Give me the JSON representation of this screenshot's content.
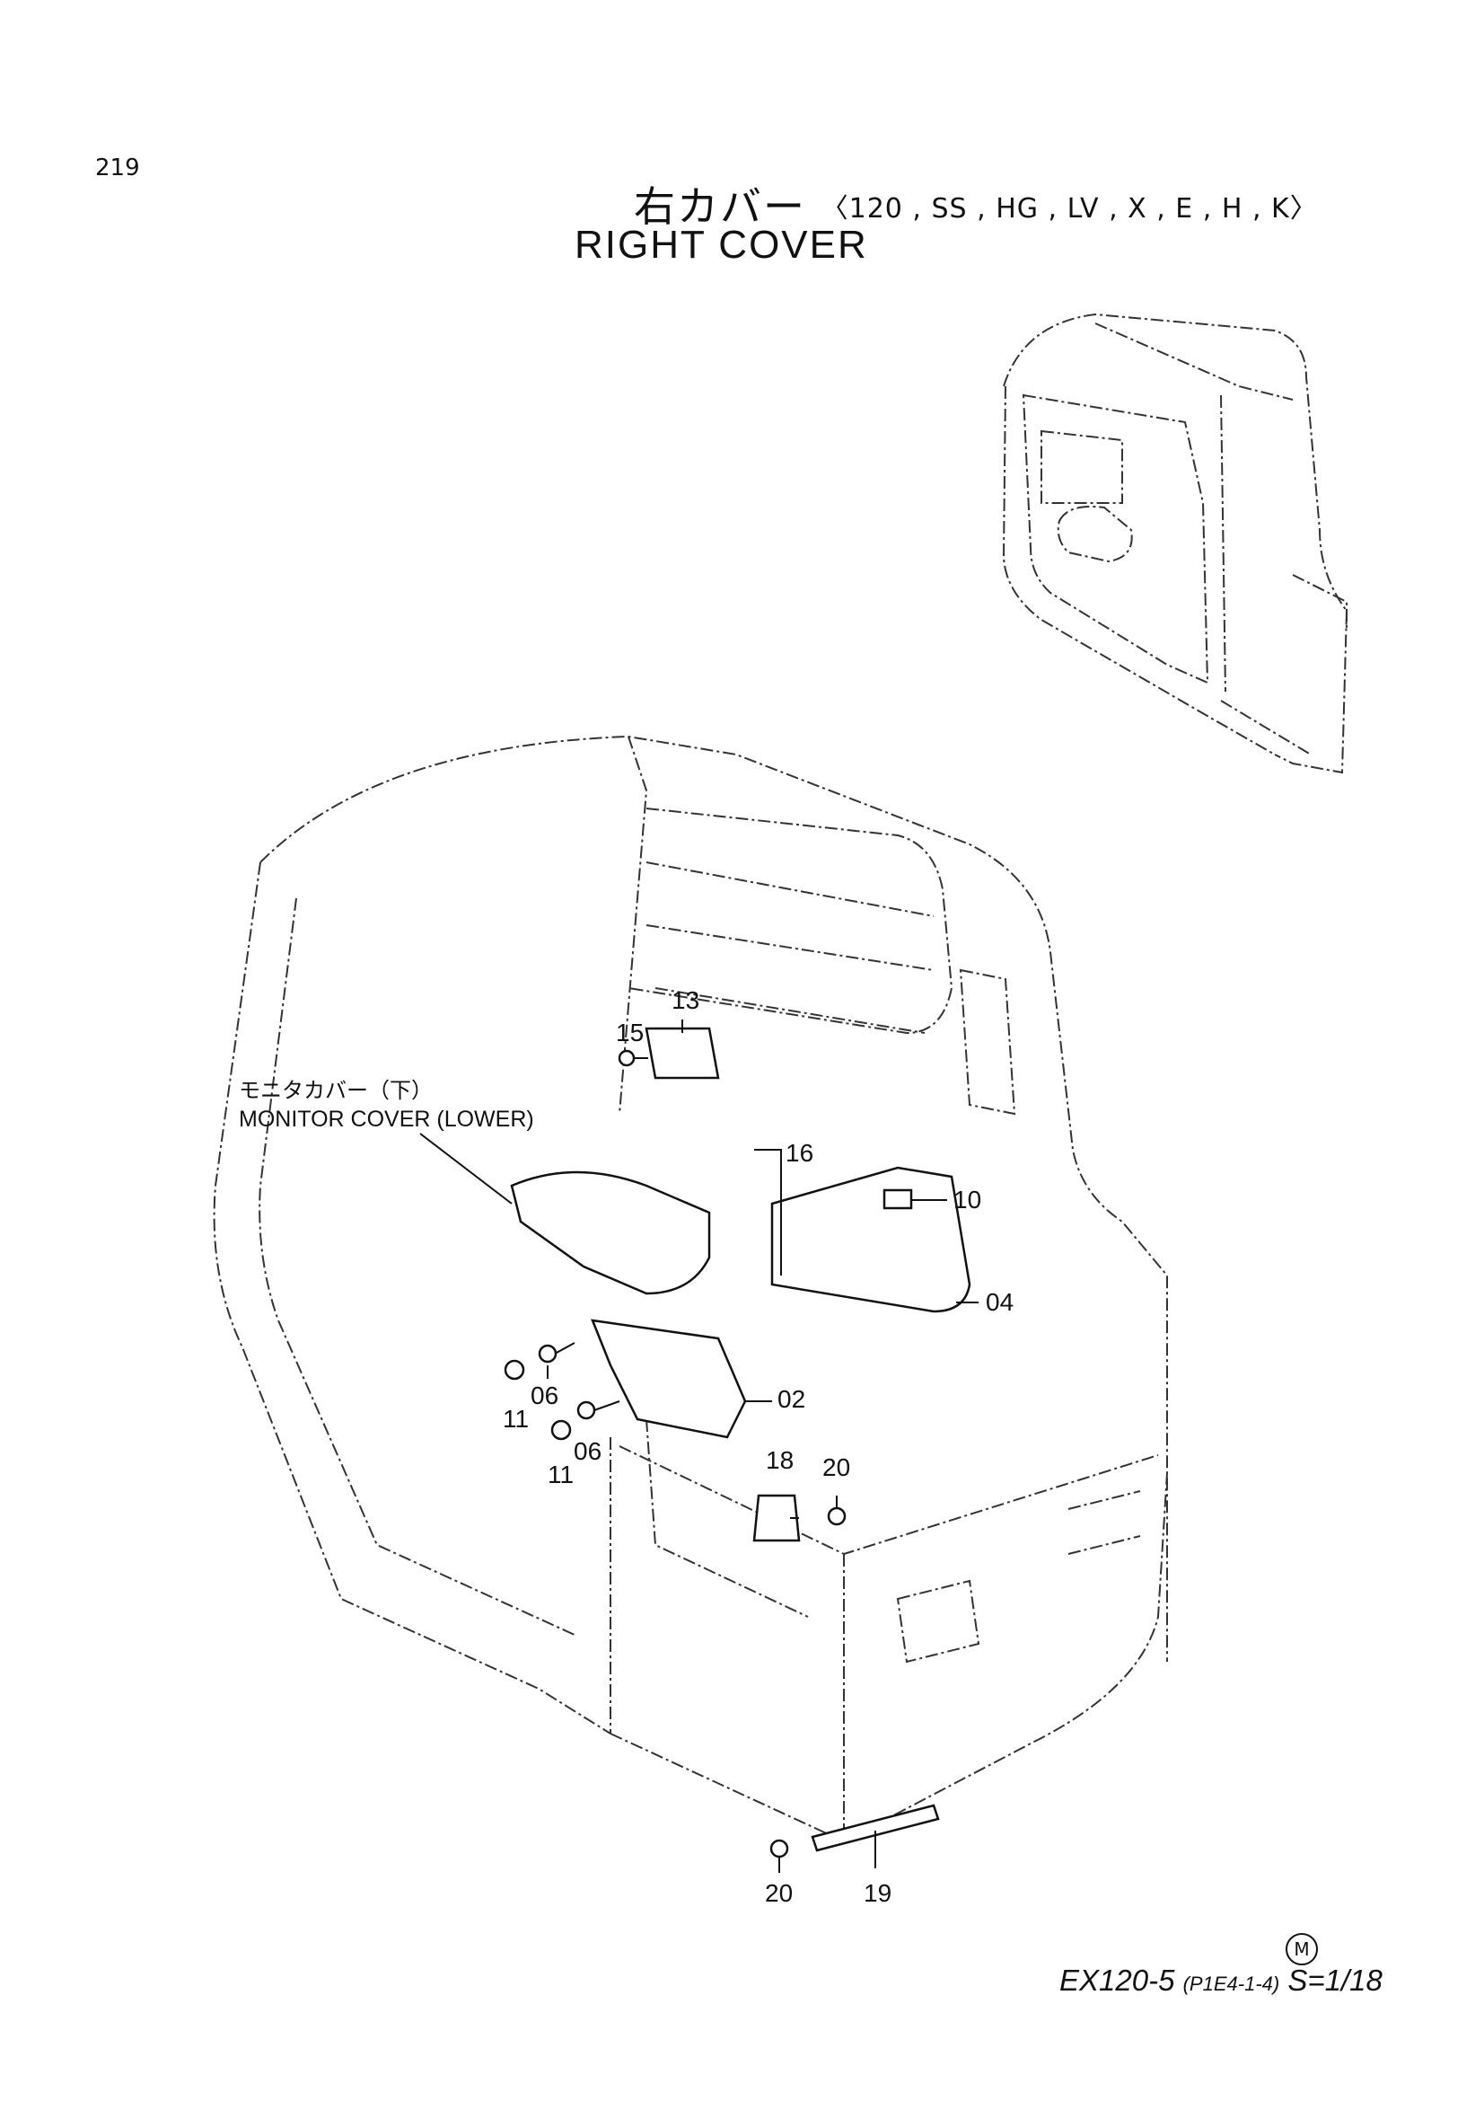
{
  "page": {
    "number": "219"
  },
  "title": {
    "japanese": "右カバー",
    "models": "〈120 , SS , HG , LV , X , E , H , K〉",
    "english": "RIGHT COVER"
  },
  "note": {
    "japanese": "モニタカバー（下）",
    "english": "MONITOR COVER (LOWER)"
  },
  "callouts": [
    {
      "id": "c13",
      "label": "13"
    },
    {
      "id": "c15",
      "label": "15"
    },
    {
      "id": "c16",
      "label": "16"
    },
    {
      "id": "c10",
      "label": "10"
    },
    {
      "id": "c04",
      "label": "04"
    },
    {
      "id": "c02",
      "label": "02"
    },
    {
      "id": "c06a",
      "label": "06"
    },
    {
      "id": "c06b",
      "label": "06"
    },
    {
      "id": "c11a",
      "label": "11"
    },
    {
      "id": "c11b",
      "label": "11"
    },
    {
      "id": "c18",
      "label": "18"
    },
    {
      "id": "c20a",
      "label": "20"
    },
    {
      "id": "c20b",
      "label": "20"
    },
    {
      "id": "c19",
      "label": "19"
    }
  ],
  "footer": {
    "mark": "M",
    "model": "EX120-5",
    "code": "(P1E4-1-4)",
    "scale": "S=1/18"
  }
}
